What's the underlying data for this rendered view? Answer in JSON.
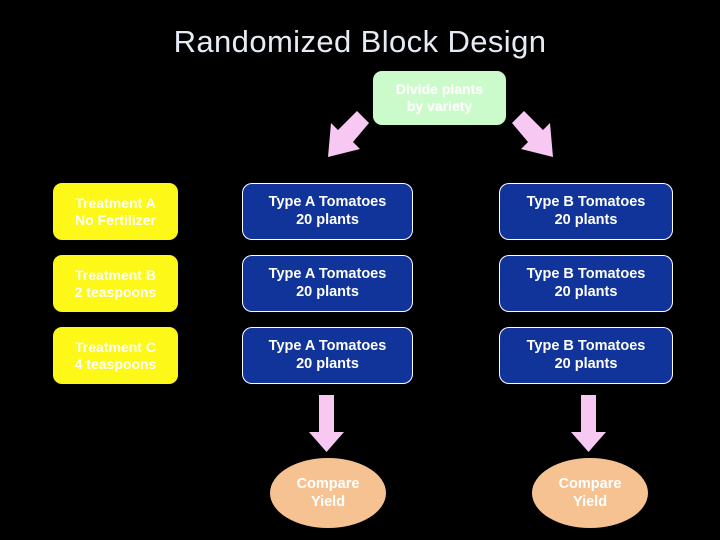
{
  "slide": {
    "background_color": "#000000",
    "title": "Randomized Block Design",
    "title_color": "#e6ecf4"
  },
  "palette": {
    "green": "#cbfbca",
    "yellow": "#fdf818",
    "blue": "#11349b",
    "peach": "#f6c292",
    "arrow_pink": "#f7c8f2",
    "text_white": "#ffffff"
  },
  "root": {
    "line1": "Divide plants",
    "line2": "by variety"
  },
  "treatments": [
    {
      "line1": "Treatment A",
      "line2": "No Fertilizer"
    },
    {
      "line1": "Treatment B",
      "line2": "2 teaspoons"
    },
    {
      "line1": "Treatment C",
      "line2": "4 teaspoons"
    }
  ],
  "group_a": [
    {
      "line1": "Type A Tomatoes",
      "line2": "20 plants"
    },
    {
      "line1": "Type A Tomatoes",
      "line2": "20 plants"
    },
    {
      "line1": "Type A Tomatoes",
      "line2": "20 plants"
    }
  ],
  "group_b": [
    {
      "line1": "Type B Tomatoes",
      "line2": "20 plants"
    },
    {
      "line1": "Type B Tomatoes",
      "line2": "20 plants"
    },
    {
      "line1": "Type B Tomatoes",
      "line2": "20 plants"
    }
  ],
  "outcomes": [
    {
      "line1": "Compare",
      "line2": "Yield"
    },
    {
      "line1": "Compare",
      "line2": "Yield"
    }
  ],
  "arrows": [
    {
      "name": "split-arrow-left",
      "direction": "down-left"
    },
    {
      "name": "split-arrow-right",
      "direction": "down-right"
    },
    {
      "name": "compare-arrow-left",
      "direction": "down"
    },
    {
      "name": "compare-arrow-right",
      "direction": "down"
    }
  ]
}
